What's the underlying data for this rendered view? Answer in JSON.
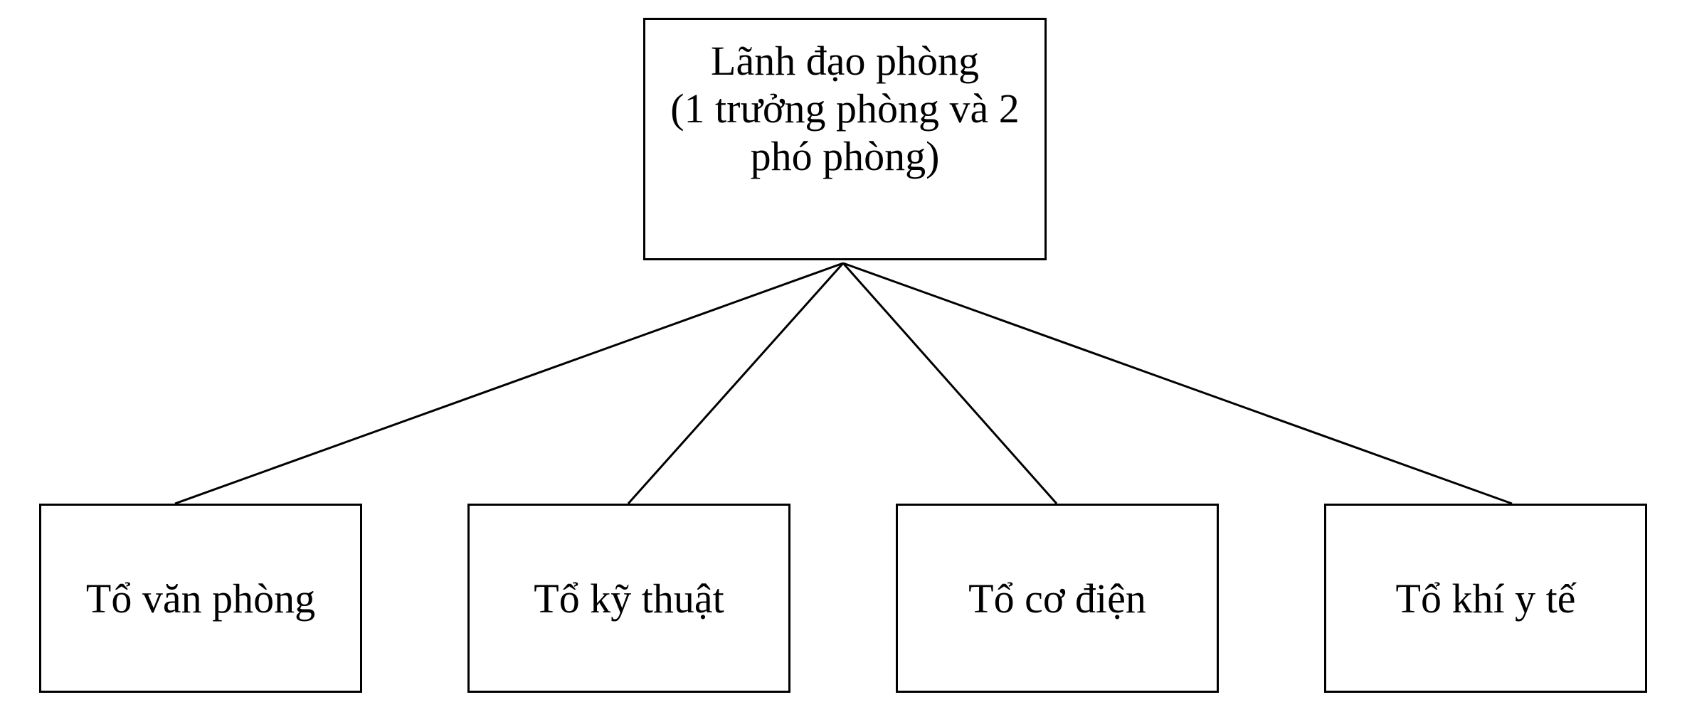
{
  "diagram": {
    "root": {
      "lines": [
        "Lãnh đạo phòng",
        "(1 trưởng phòng và 2",
        "phó phòng)"
      ]
    },
    "children": [
      {
        "label": "Tổ văn phòng"
      },
      {
        "label": "Tổ kỹ thuật"
      },
      {
        "label": "Tổ cơ điện"
      },
      {
        "label": "Tổ khí y tế"
      }
    ],
    "colors": {
      "line": "#000000",
      "box_fill": "#ffffff"
    }
  }
}
